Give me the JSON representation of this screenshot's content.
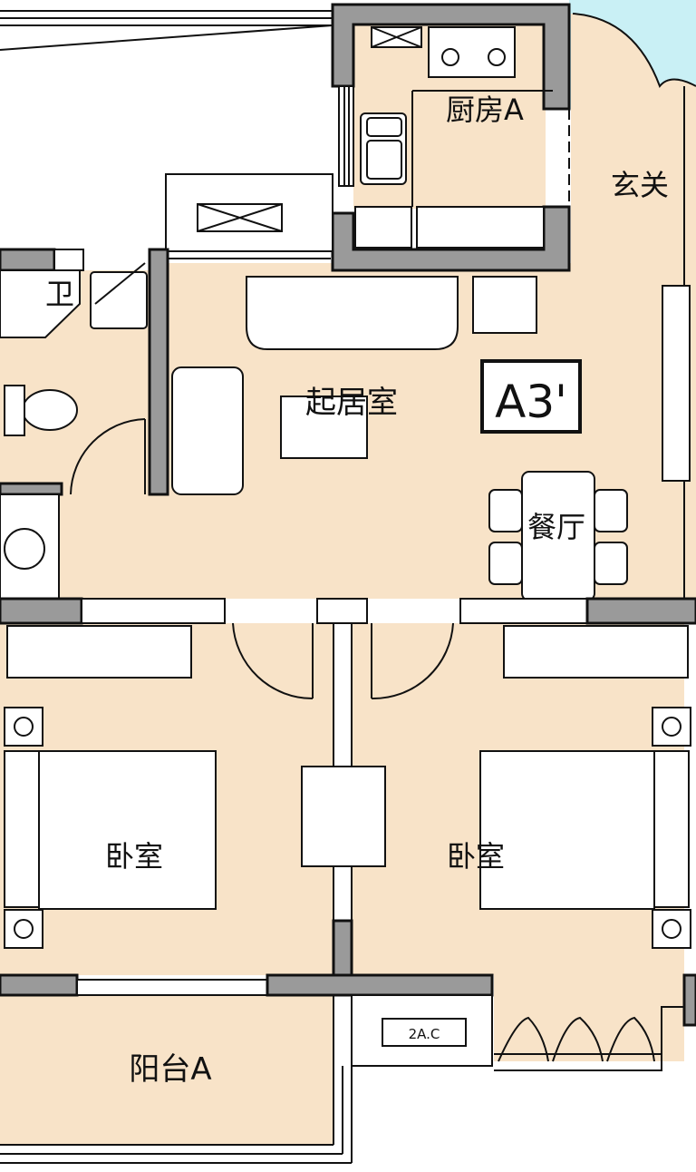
{
  "plan": {
    "unit_type": "A3'",
    "colors": {
      "floor": "#f8e3c8",
      "wall": "#9a9a9a",
      "outside": "#c9f0f5",
      "line": "#111111"
    },
    "rooms": {
      "kitchen": "厨房A",
      "entrance": "玄关",
      "bathroom": "卫",
      "living_room": "起居室",
      "dining_room": "餐厅",
      "bedroom_left": "卧室",
      "bedroom_right": "卧室",
      "balcony": "阳台A"
    },
    "ac_label": "2A.C"
  }
}
